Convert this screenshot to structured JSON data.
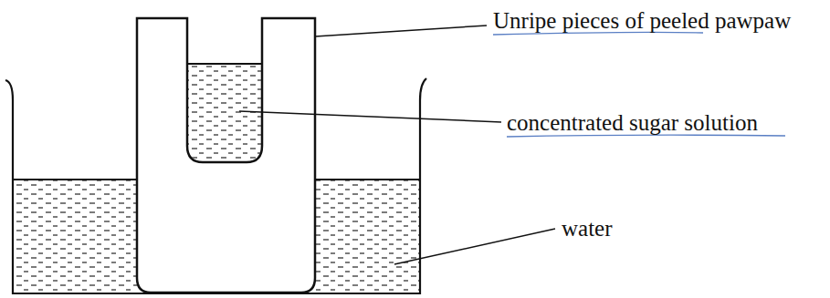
{
  "diagram": {
    "labels": [
      "Unripe pieces of peeled pawpaw",
      "concentrated sugar solution",
      "water"
    ]
  }
}
